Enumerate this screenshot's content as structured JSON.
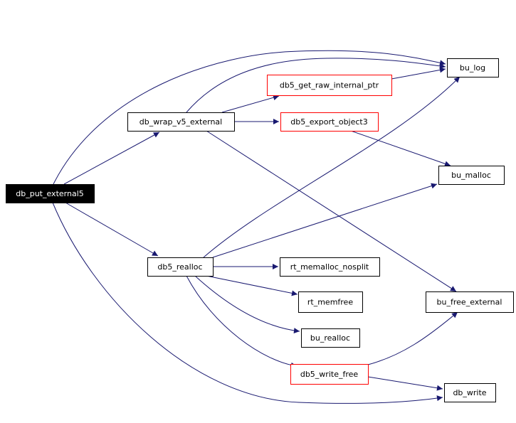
{
  "colors": {
    "edge": "#191970",
    "node_border_default": "#000000",
    "node_border_highlight": "#ff0000",
    "focus_fill": "#000000",
    "focus_text": "#ffffff",
    "text": "#000000",
    "background": "#ffffff"
  },
  "nodes": {
    "db_put_external5": {
      "label": "db_put_external5",
      "style": "focus"
    },
    "db_wrap_v5_external": {
      "label": "db_wrap_v5_external",
      "style": "normal"
    },
    "db5_realloc": {
      "label": "db5_realloc",
      "style": "normal"
    },
    "db5_get_raw_internal_ptr": {
      "label": "db5_get_raw_internal_ptr",
      "style": "highlight"
    },
    "db5_export_object3": {
      "label": "db5_export_object3",
      "style": "highlight"
    },
    "rt_memalloc_nosplit": {
      "label": "rt_memalloc_nosplit",
      "style": "normal"
    },
    "rt_memfree": {
      "label": "rt_memfree",
      "style": "normal"
    },
    "bu_realloc": {
      "label": "bu_realloc",
      "style": "normal"
    },
    "db5_write_free": {
      "label": "db5_write_free",
      "style": "highlight"
    },
    "bu_log": {
      "label": "bu_log",
      "style": "normal"
    },
    "bu_malloc": {
      "label": "bu_malloc",
      "style": "normal"
    },
    "bu_free_external": {
      "label": "bu_free_external",
      "style": "normal"
    },
    "db_write": {
      "label": "db_write",
      "style": "normal"
    }
  },
  "edges": [
    {
      "from": "db_put_external5",
      "to": "db_wrap_v5_external"
    },
    {
      "from": "db_put_external5",
      "to": "bu_log"
    },
    {
      "from": "db_put_external5",
      "to": "db5_realloc"
    },
    {
      "from": "db_put_external5",
      "to": "db_write"
    },
    {
      "from": "db_wrap_v5_external",
      "to": "bu_log"
    },
    {
      "from": "db_wrap_v5_external",
      "to": "db5_get_raw_internal_ptr"
    },
    {
      "from": "db_wrap_v5_external",
      "to": "db5_export_object3"
    },
    {
      "from": "db_wrap_v5_external",
      "to": "bu_free_external"
    },
    {
      "from": "db5_get_raw_internal_ptr",
      "to": "bu_log"
    },
    {
      "from": "db5_export_object3",
      "to": "bu_malloc"
    },
    {
      "from": "db5_realloc",
      "to": "bu_log"
    },
    {
      "from": "db5_realloc",
      "to": "bu_malloc"
    },
    {
      "from": "db5_realloc",
      "to": "rt_memalloc_nosplit"
    },
    {
      "from": "db5_realloc",
      "to": "rt_memfree"
    },
    {
      "from": "db5_realloc",
      "to": "bu_realloc"
    },
    {
      "from": "db5_realloc",
      "to": "db5_write_free"
    },
    {
      "from": "db5_write_free",
      "to": "bu_free_external"
    },
    {
      "from": "db5_write_free",
      "to": "db_write"
    }
  ]
}
